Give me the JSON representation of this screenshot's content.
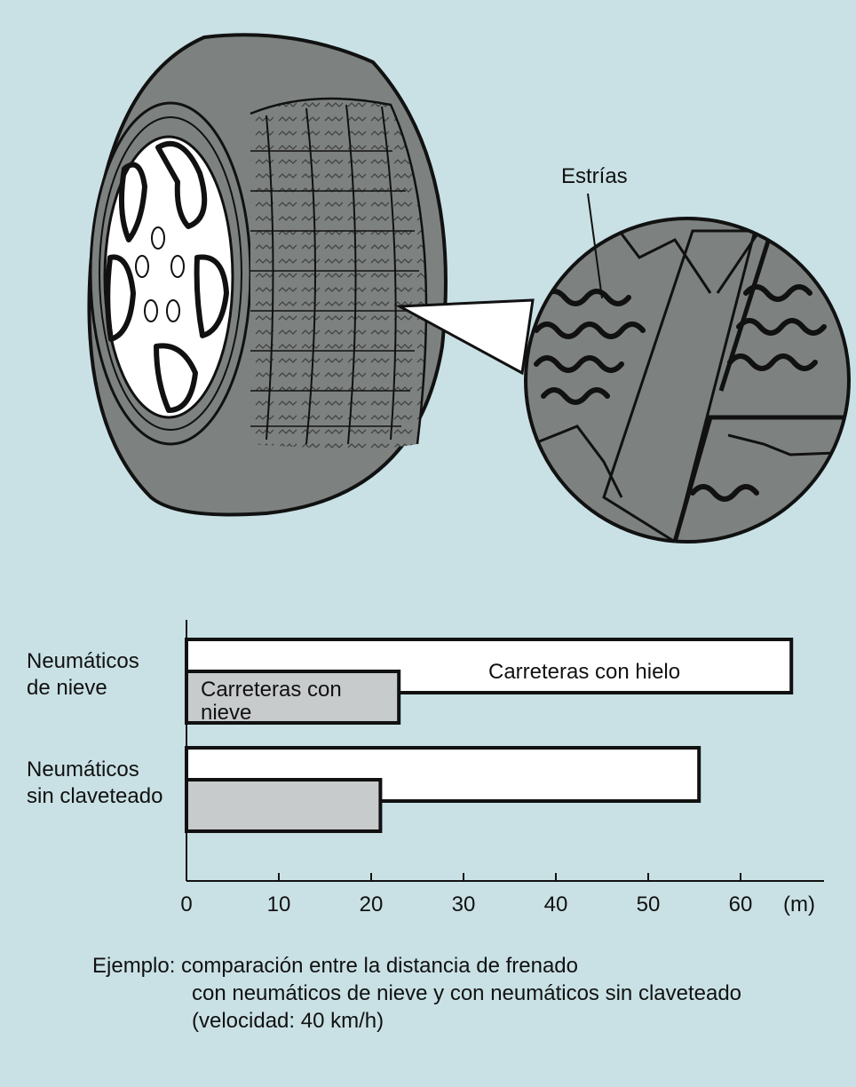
{
  "callout": {
    "label": "Estrías"
  },
  "chart_data": {
    "type": "bar",
    "orientation": "horizontal",
    "categories": [
      "Neumáticos de nieve",
      "Neumáticos sin claveteado"
    ],
    "category_lines": [
      [
        "Neumáticos",
        "de nieve"
      ],
      [
        "Neumáticos",
        "sin claveteado"
      ]
    ],
    "series": [
      {
        "name": "Carreteras con hielo",
        "values": [
          65.5,
          55.5
        ],
        "color": "#ffffff"
      },
      {
        "name": "Carreteras con nieve",
        "name_lines": [
          "Carreteras con",
          "nieve"
        ],
        "values": [
          23,
          21
        ],
        "color": "#c8cbcc"
      }
    ],
    "xticks": [
      0,
      10,
      20,
      30,
      40,
      50,
      60
    ],
    "xunit": "(m)",
    "xlim": [
      0,
      69
    ]
  },
  "caption": {
    "line1": "Ejemplo: comparación entre la distancia de frenado",
    "line2": "con neumáticos de nieve y con neumáticos sin claveteado",
    "line3": "(velocidad: 40 km/h)"
  }
}
